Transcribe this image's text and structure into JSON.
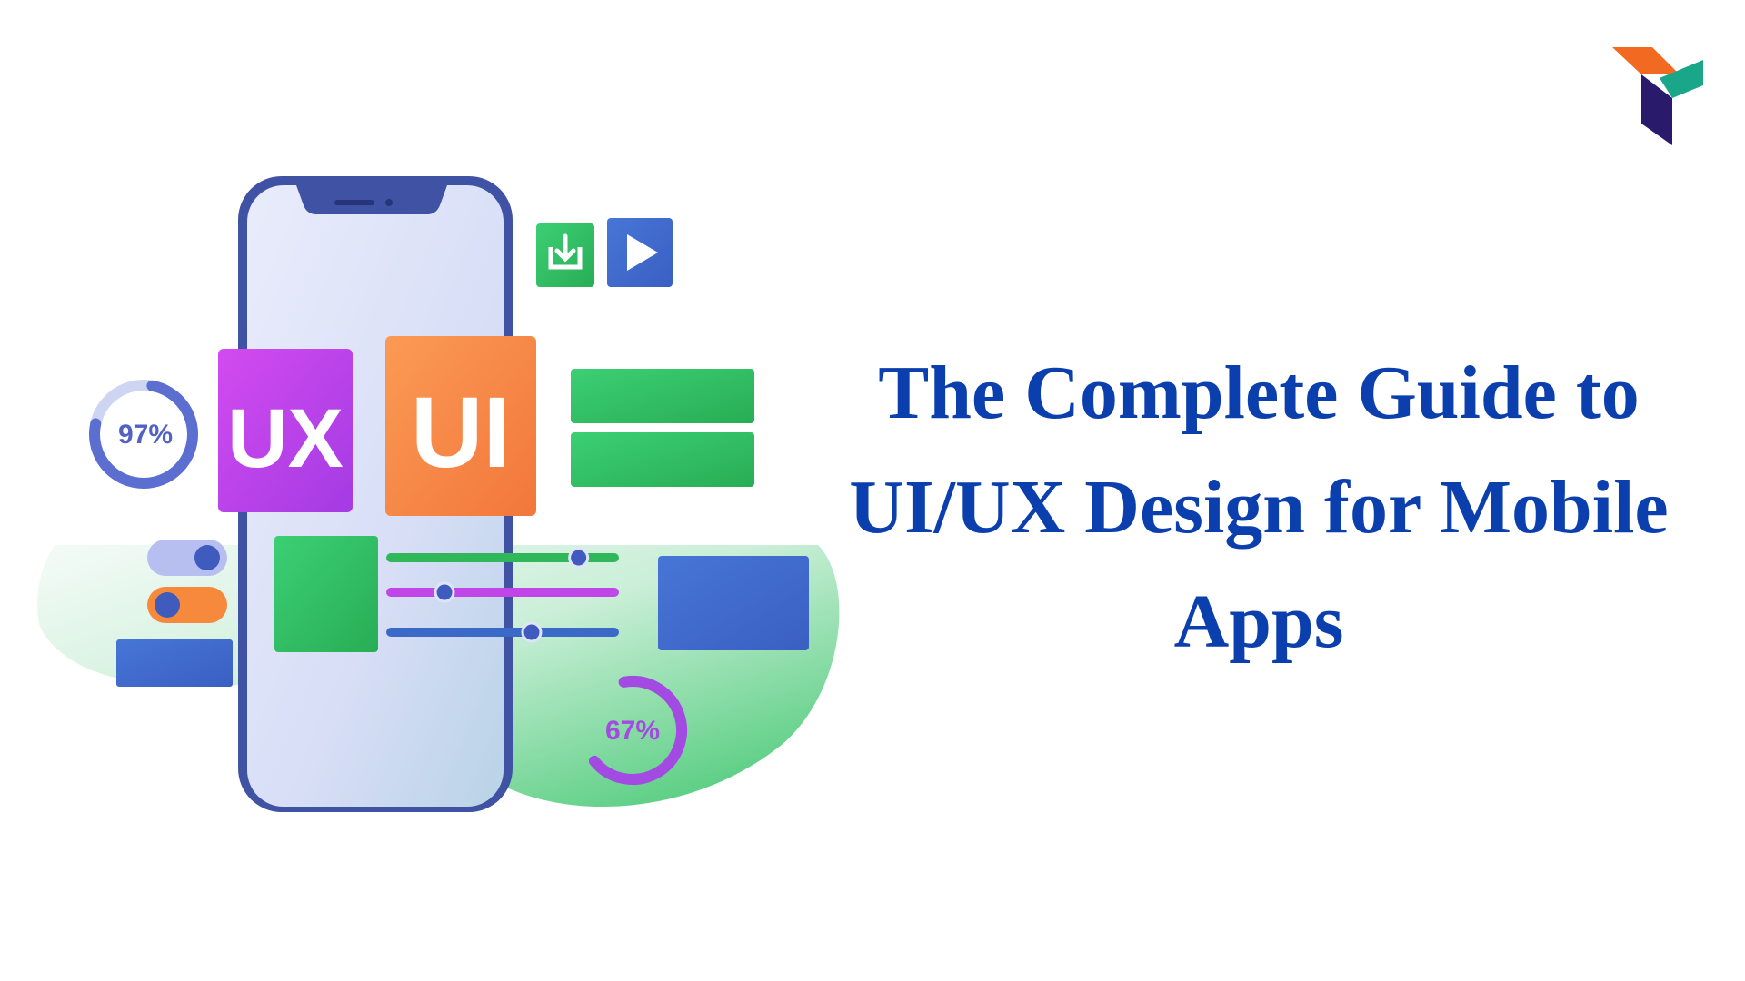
{
  "headline": {
    "line1": "The Complete Guide to",
    "line2": "UI/UX Design for Mobile",
    "line3": "Apps"
  },
  "illustration": {
    "ux_tile_label": "UX",
    "ui_tile_label": "UI",
    "progress_left": {
      "label": "97%",
      "value": 0.97
    },
    "progress_right": {
      "label": "67%",
      "value": 0.67
    },
    "sliders": [
      {
        "color": "#2fb75a",
        "value": 0.84
      },
      {
        "color": "#c146e8",
        "value": 0.24
      },
      {
        "color": "#3a69c8",
        "value": 0.63
      }
    ],
    "toggles": [
      {
        "state": "on",
        "color": "#a9b3ee"
      },
      {
        "state": "off",
        "color": "#f98a3b"
      }
    ],
    "icons": [
      "download-icon",
      "play-icon"
    ]
  },
  "colors": {
    "headline": "#0b3fae",
    "ux_tile": "#c446f0",
    "ui_tile": "#f78a46",
    "green": "#2fba5f",
    "blue_tile": "#3d68c9",
    "logo_orange": "#f26a22",
    "logo_teal": "#1aa789",
    "logo_navy": "#2a1a6b"
  }
}
